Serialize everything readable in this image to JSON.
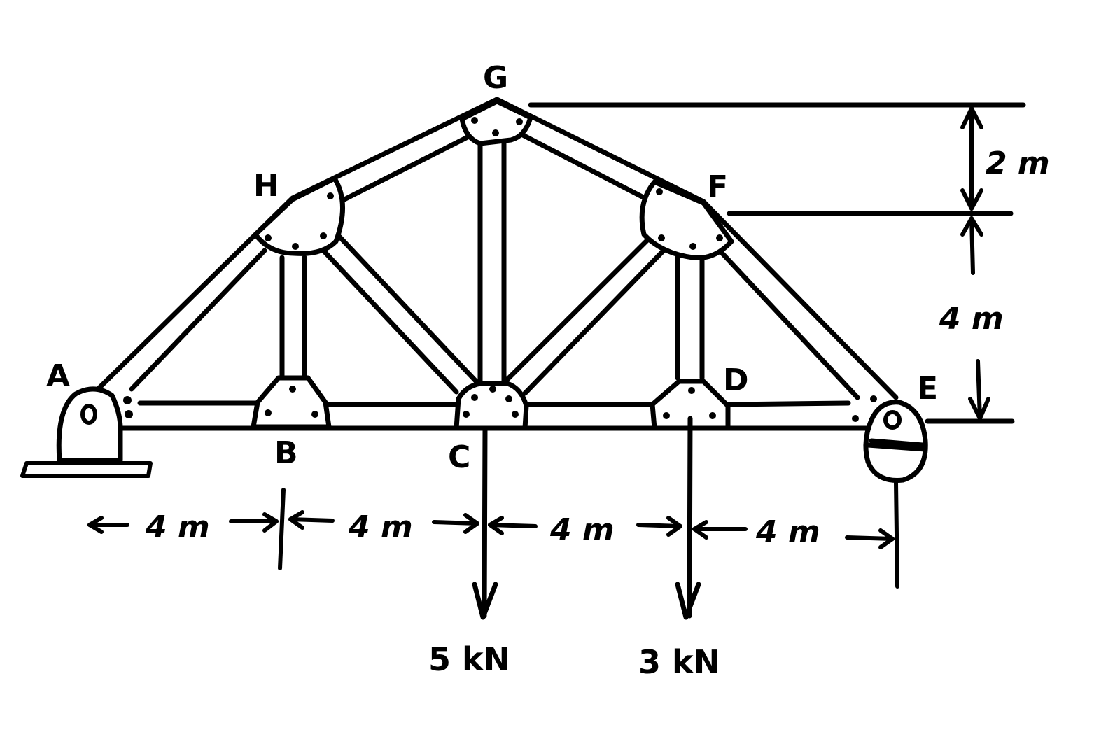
{
  "diagram": {
    "nodes": {
      "A": "A",
      "B": "B",
      "C": "C",
      "D": "D",
      "E": "E",
      "F": "F",
      "G": "G",
      "H": "H"
    },
    "spans": [
      "4 m",
      "4 m",
      "4 m",
      "4 m"
    ],
    "heights": {
      "upper": "2 m",
      "lower": "4 m"
    },
    "loads": {
      "at_C": "5 kN",
      "at_D": "3 kN"
    }
  }
}
